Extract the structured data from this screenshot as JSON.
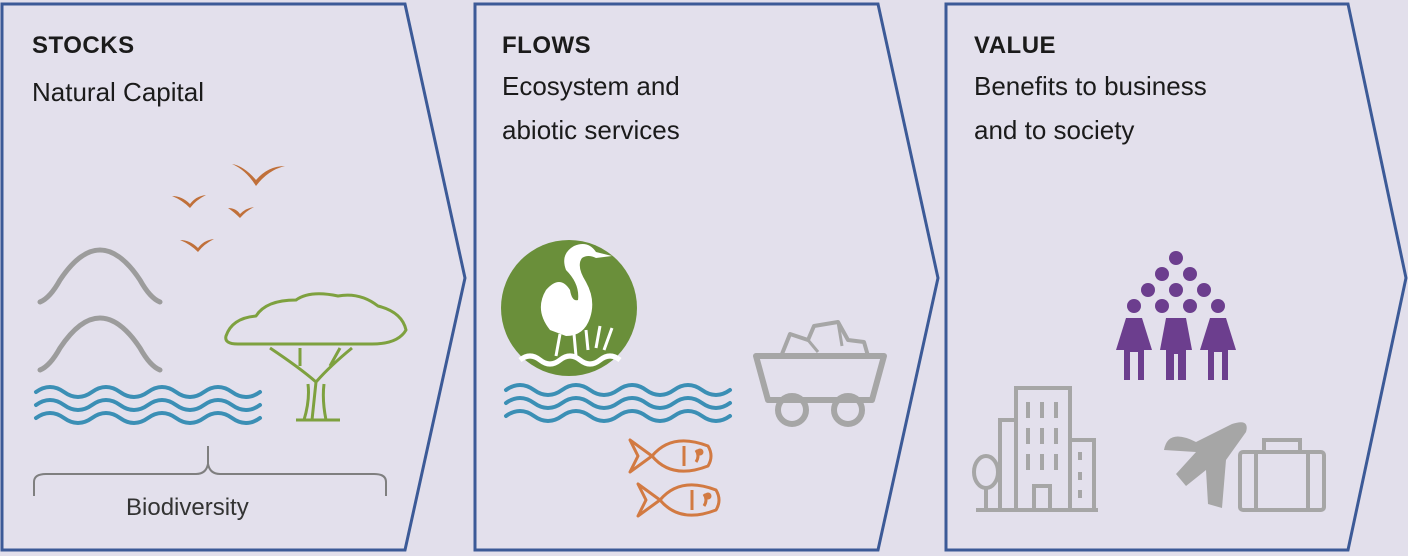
{
  "panels": [
    {
      "heading": "STOCKS",
      "subtitle_lines": [
        "Natural Capital"
      ],
      "footer_label": "Biodiversity"
    },
    {
      "heading": "FLOWS",
      "subtitle_lines": [
        "Ecosystem and",
        "abiotic services"
      ]
    },
    {
      "heading": "VALUE",
      "subtitle_lines": [
        "Benefits to business",
        "and to society"
      ]
    }
  ],
  "colors": {
    "background": "#e2dfeb",
    "panel_fill": "#e3e0ec",
    "panel_border": "#3c5a97",
    "water": "#3b8fb5",
    "birds": "#c0703a",
    "hills": "#9c9c9c",
    "tree": "#7ea13f",
    "heron_circle": "#6a8f3a",
    "people": "#6c3e8e",
    "grey_icons": "#a6a6a6"
  },
  "icons": [
    "bird-icon",
    "hill-icon",
    "water-waves-icon",
    "acacia-tree-icon",
    "heron-icon",
    "fish-icon",
    "mine-cart-icon",
    "people-group-icon",
    "city-building-icon",
    "airplane-icon",
    "suitcase-icon",
    "bracket-icon"
  ]
}
